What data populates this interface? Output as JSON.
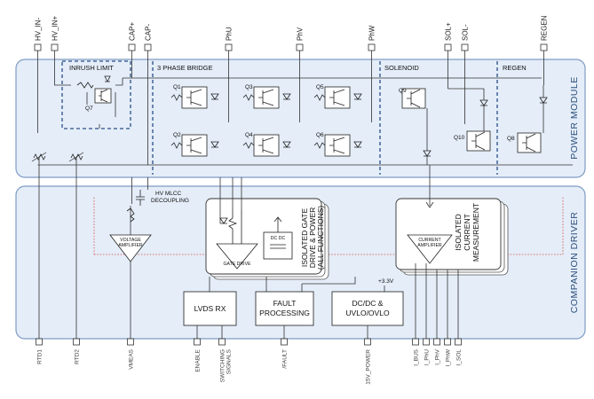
{
  "top_pins": [
    "HV_IN-",
    "HV_IN+",
    "CAP+",
    "CAP-",
    "PhU",
    "PhV",
    "PhW",
    "SOL+",
    "SOL-",
    "REGEN"
  ],
  "power_module": {
    "title": "POWER MODULE",
    "sections": {
      "inrush": "INRUSH LIMIT",
      "bridge": "3 PHASE BRIDGE",
      "solenoid": "SOLENOID",
      "regen": "REGEN"
    },
    "transistors": {
      "q7": "Q7",
      "q1": "Q1",
      "q2": "Q2",
      "q3": "Q3",
      "q4": "Q4",
      "q5": "Q5",
      "q6": "Q6",
      "q8": "Q8",
      "q9": "Q9",
      "q10": "Q10"
    }
  },
  "companion_driver": {
    "title": "COMPANION DRIVER",
    "hv_mlcc": "HV MLCC",
    "decoupling": "DECOUPLING",
    "voltage_amp_1": "VOLTAGE",
    "voltage_amp_2": "AMPLIFIER",
    "gate_drive": "GATE DRIVE",
    "dcdc_small": "DC DC",
    "isolated_gate_1": "ISOLATED GATE",
    "isolated_gate_2": "DRIVE & POWER",
    "isolated_gate_3": "(ALL FUNCTIONS)",
    "current_amp_1": "CURRENT",
    "current_amp_2": "AMPLIFIER",
    "isolated_current_1": "ISOLATED",
    "isolated_current_2": "CURRENT",
    "isolated_current_3": "MEASUREMENT",
    "lvds": "LVDS RX",
    "fault_1": "FAULT",
    "fault_2": "PROCESSING",
    "dcdc_1": "DC/DC &",
    "dcdc_2": "UVLO/OVLO",
    "supply": "+3.3V"
  },
  "bottom_pins": [
    "RTD1",
    "RTD2",
    "VMEAS",
    "ENABLE",
    "SWITCHING SIGNALS",
    "/FAULT",
    "15V_POWER",
    "I_BUS",
    "I_PhU",
    "I_PhV",
    "I_PhW",
    "I_SOL"
  ],
  "colors": {
    "module_fill": "#e4edf8",
    "module_stroke": "#7f9cc4",
    "dashed": "#2a4f86",
    "red_dotted": "#d9443f"
  }
}
